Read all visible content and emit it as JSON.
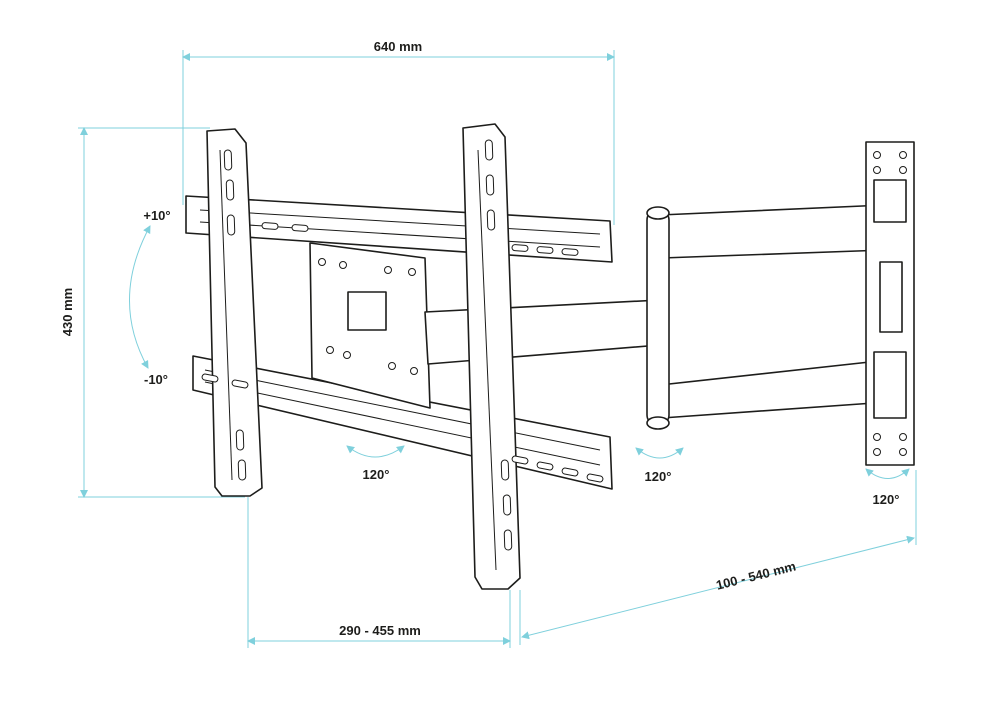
{
  "dimensions": {
    "width_label": "640 mm",
    "height_label": "430 mm",
    "hole_spacing_label": "290 - 455 mm",
    "extension_label": "100 - 540 mm"
  },
  "angles": {
    "tilt_up": "+10°",
    "tilt_down": "-10°",
    "swivel_plate": "120°",
    "swivel_elbow": "120°",
    "swivel_wall": "120°"
  },
  "colors": {
    "dimension_line": "#7fd0dc",
    "line_art": "#1d1d1b",
    "background": "#ffffff"
  }
}
